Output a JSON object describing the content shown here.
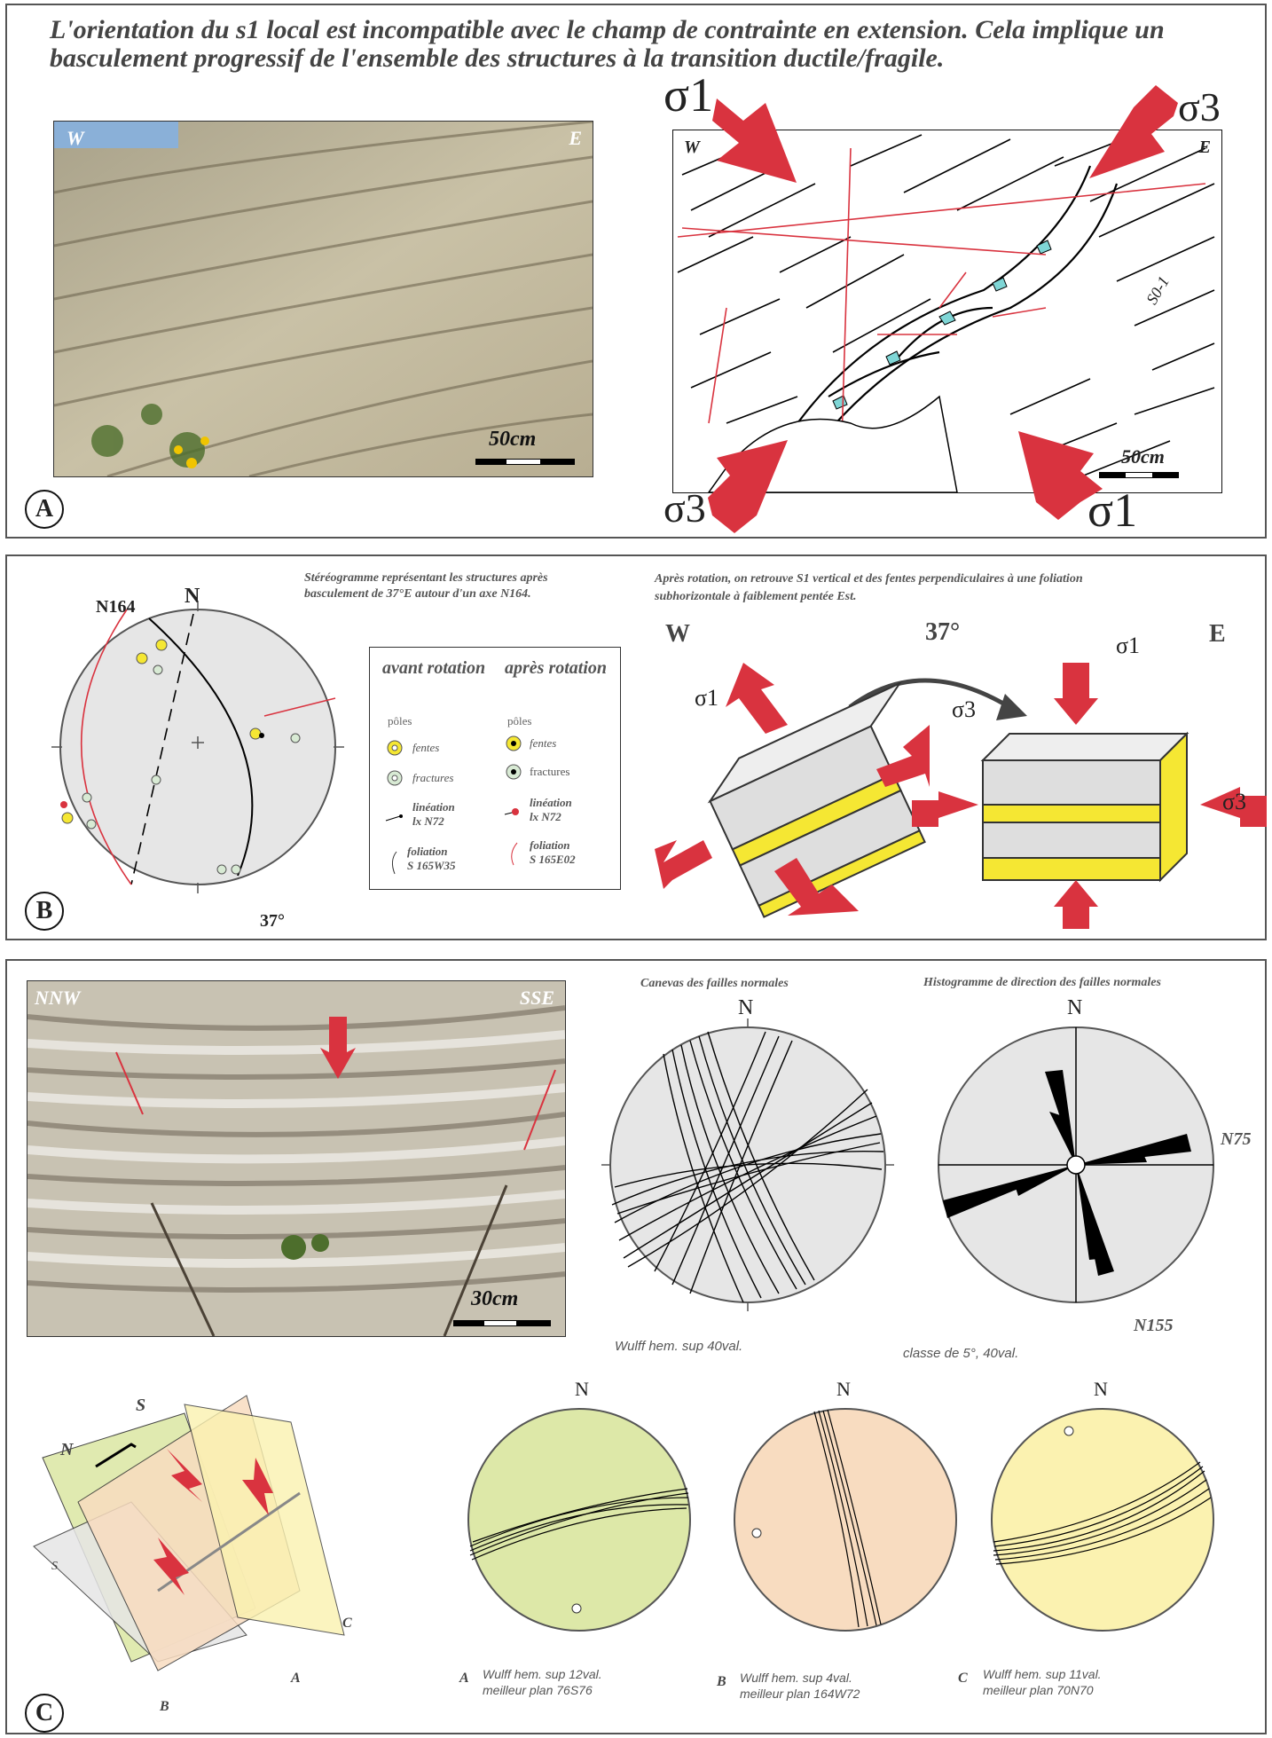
{
  "panel_a": {
    "title": "L'orientation du s1 local est incompatible avec le champ de contrainte en extension. Cela implique un basculement progressif de l'ensemble des structures à la transition ductile/fragile.",
    "photo_w": "W",
    "photo_e": "E",
    "photo_scale": "50cm",
    "sketch_w": "W",
    "sketch_e": "E",
    "sketch_scale": "50cm",
    "sigma1_top": "σ1",
    "sigma3_top": "σ3",
    "sigma3_bottom": "σ3",
    "sigma1_bottom": "σ1",
    "s01": "S0-1",
    "letter": "A"
  },
  "panel_b": {
    "letter": "B",
    "n164": "N164",
    "north": "N",
    "rotation": "37°",
    "stereo_caption": "Stéréogramme représentant les structures après basculement de 37°E autour d'un axe N164.",
    "legend": {
      "avant": "avant rotation",
      "apres": "après rotation",
      "poles": "pôles",
      "fentes": "fentes",
      "fractures": "fractures",
      "lineation1": "linéation",
      "lineation2": "lx N72",
      "foliation_avant1": "foliation",
      "foliation_avant2": "S 165W35",
      "foliation_apres1": "foliation",
      "foliation_apres2": "S 165E02"
    },
    "block_caption": "Après rotation, on retrouve S1 vertical et des fentes perpendiculaires à une foliation subhorizontale à faiblement pentée Est.",
    "block_w": "W",
    "block_e": "E",
    "angle": "37°",
    "sigma1_left": "σ1",
    "sigma3_left": "σ3",
    "sigma1_right": "σ1",
    "sigma3_right": "σ3"
  },
  "panel_c": {
    "letter": "C",
    "photo_nnw": "NNW",
    "photo_sse": "SSE",
    "photo_scale": "30cm",
    "canevas_title": "Canevas des failles normales",
    "canevas_n": "N",
    "canevas_caption": "Wulff hem. sup 40val.",
    "histo_title": "Histogramme de direction des failles normales",
    "histo_n": "N",
    "histo_n75": "N75",
    "histo_n155": "N155",
    "histo_caption": "classe de 5°, 40val.",
    "block_n": "N",
    "block_s": "S",
    "plane_s": "S",
    "plane_a": "A",
    "plane_b": "B",
    "plane_c": "C",
    "small": [
      {
        "n": "N",
        "label": "A",
        "line1": "Wulff hem. sup 12val.",
        "line2": "meilleur plan 76S76",
        "color": "#dde8a8"
      },
      {
        "n": "N",
        "label": "B",
        "line1": "Wulff hem. sup 4val.",
        "line2": "meilleur plan 164W72",
        "color": "#f8dcc0"
      },
      {
        "n": "N",
        "label": "C",
        "line1": "Wulff hem. sup 11val.",
        "line2": "meilleur plan 70N70",
        "color": "#fbf2b0"
      }
    ]
  },
  "colors": {
    "red": "#d9333f",
    "yellow": "#f5e733",
    "cyan": "#7fd6d6",
    "stereo_grey": "#e6e6e6"
  }
}
